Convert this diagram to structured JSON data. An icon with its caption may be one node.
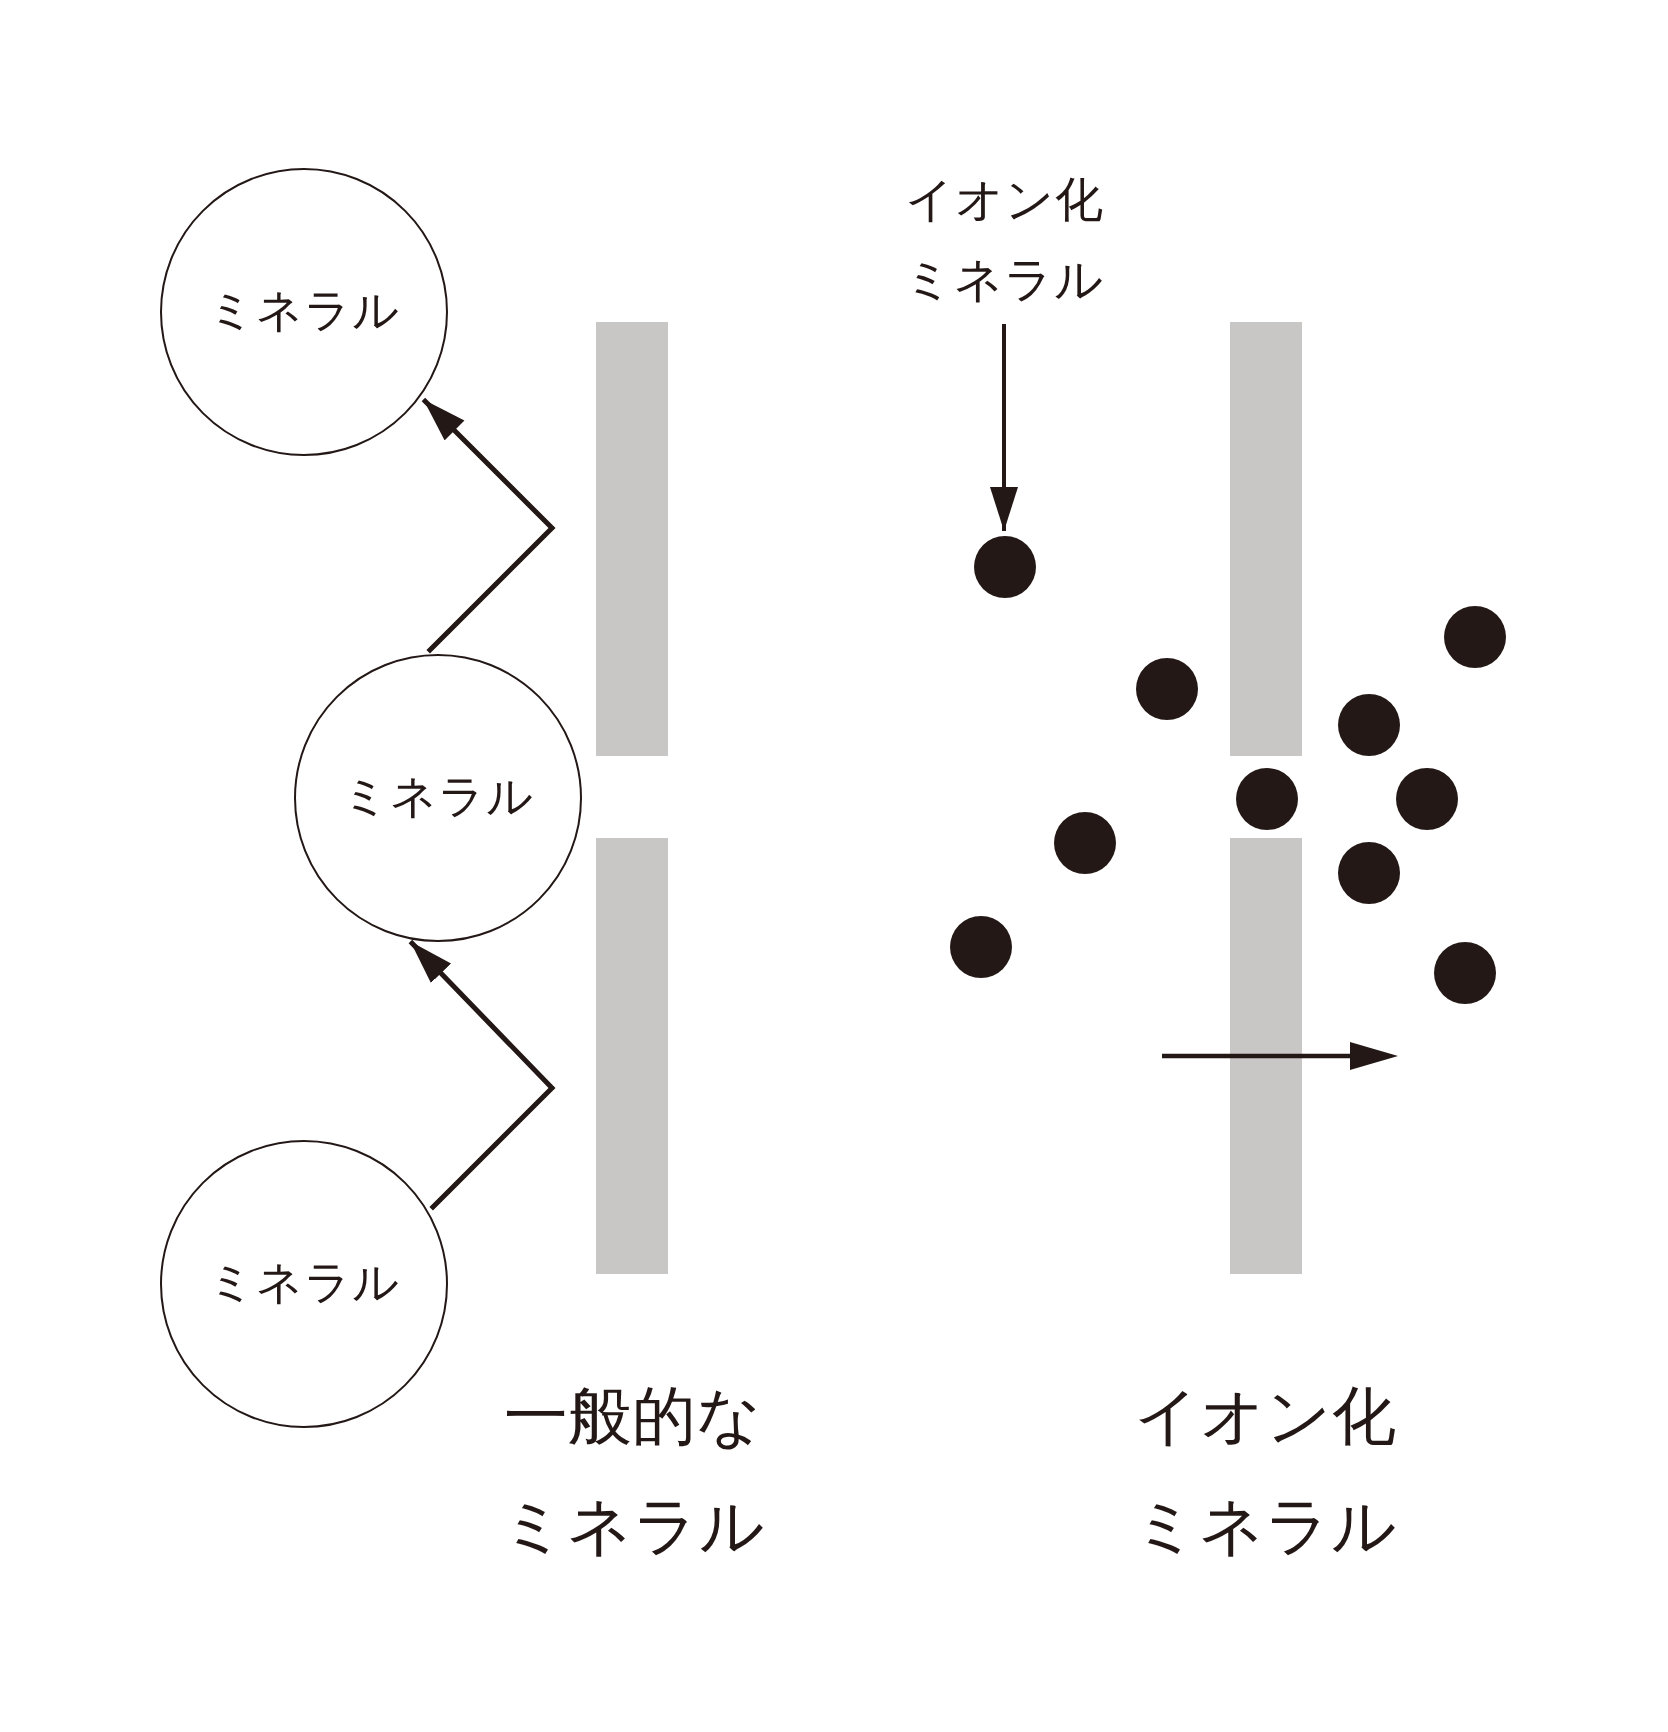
{
  "diagram": {
    "nodes": [
      {
        "text": [
          "ミネラル"
        ]
      },
      {
        "text": [
          "ミネラル"
        ]
      },
      {
        "text": [
          "ミネラル"
        ]
      },
      {
        "text": [
          "イオン化ミネラル"
        ]
      },
      {
        "text": [],
        "shape": "circle"
      },
      {
        "text": [],
        "shape": "circle"
      },
      {
        "text": [],
        "shape": "circle"
      },
      {
        "text": [],
        "shape": "circle"
      },
      {
        "text": [],
        "shape": "circle"
      },
      {
        "text": [],
        "shape": "circle"
      },
      {
        "text": [],
        "shape": "circle"
      },
      {
        "text": [],
        "shape": "circle"
      },
      {
        "text": [],
        "shape": "circle"
      },
      {
        "text": [],
        "shape": "circle"
      }
    ],
    "edges": [
      {
        "from": 2,
        "to": 1,
        "arrow": "to"
      },
      {
        "from": 1,
        "to": 0,
        "arrow": "to"
      },
      {
        "from": 3,
        "to": 4,
        "arrow": "to"
      }
    ],
    "labels": [
      "一般的なミネラル",
      "イオン化ミネラル"
    ]
  }
}
